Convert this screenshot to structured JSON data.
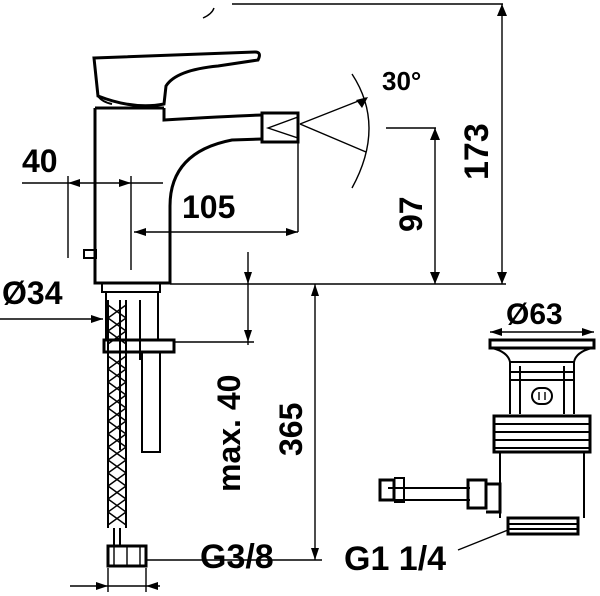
{
  "dimensions": {
    "d40": "40",
    "d105": "105",
    "d30deg": "30°",
    "d97": "97",
    "d173": "173",
    "d34": "Ø34",
    "dmax40": "max. 40",
    "d365": "365",
    "d63": "Ø63",
    "g38": "G3/8",
    "g114": "G1 1/4"
  }
}
